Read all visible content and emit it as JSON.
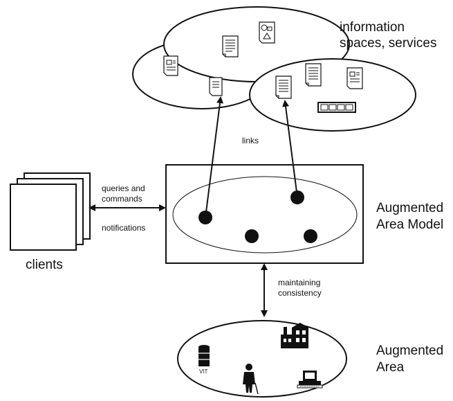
{
  "labels": {
    "info_line1": "information",
    "info_line2": "spaces, services",
    "links": "links",
    "queries_line1": "queries and",
    "queries_line2": "commands",
    "notifications": "notifications",
    "clients": "clients",
    "model_line1": "Augmented",
    "model_line2": "Area Model",
    "maintain_line1": "maintaining",
    "maintain_line2": "consistency",
    "area_line1": "Augmented",
    "area_line2": "Area",
    "vit": "VIT"
  },
  "icons": {
    "document": "document-icon",
    "shapes_document": "shapes-document-icon",
    "form": "form-icon",
    "table_strip": "table-strip-icon",
    "client_stack": "client-pages-icon",
    "server": "server-icon",
    "person": "person-icon",
    "building": "building-icon",
    "computer": "computer-icon"
  },
  "colors": {
    "stroke": "#111111",
    "node_fill": "#111111",
    "background": "#ffffff"
  }
}
